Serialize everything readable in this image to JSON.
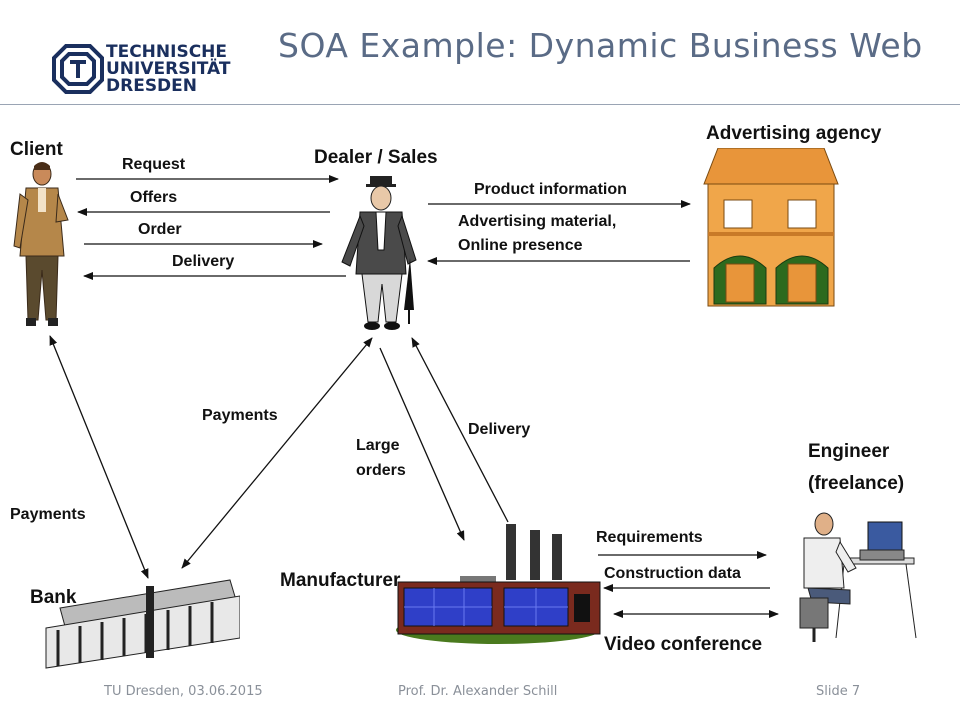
{
  "header": {
    "title": "SOA Example: Dynamic Business Web",
    "logo": {
      "line1": "TECHNISCHE",
      "line2": "UNIVERSITÄT",
      "line3": "DRESDEN",
      "icon": "tu-dresden-logo-icon"
    }
  },
  "actors": {
    "client": "Client",
    "dealer": "Dealer / Sales",
    "agency": "Advertising agency",
    "engineer_line1": "Engineer",
    "engineer_line2": "(freelance)",
    "bank": "Bank",
    "manufacturer": "Manufacturer"
  },
  "flows": {
    "request": "Request",
    "offers": "Offers",
    "order": "Order",
    "delivery_client": "Delivery",
    "product_info": "Product information",
    "adv_material_line1": "Advertising material,",
    "adv_material_line2": "Online presence",
    "payments_client": "Payments",
    "payments_dealer": "Payments",
    "large_orders_line1": "Large",
    "large_orders_line2": "orders",
    "delivery_manufacturer": "Delivery",
    "requirements": "Requirements",
    "construction_data": "Construction data",
    "video_conference": "Video conference"
  },
  "footer": {
    "left": "TU Dresden, 03.06.2015",
    "center": "Prof. Dr. Alexander Schill",
    "right": "Slide 7"
  },
  "colors": {
    "title": "#5a6b86",
    "logo": "#1a2f5e",
    "house": "#e8953a",
    "factory_glass": "#2f3fc8",
    "grass": "#4a7a1e"
  }
}
